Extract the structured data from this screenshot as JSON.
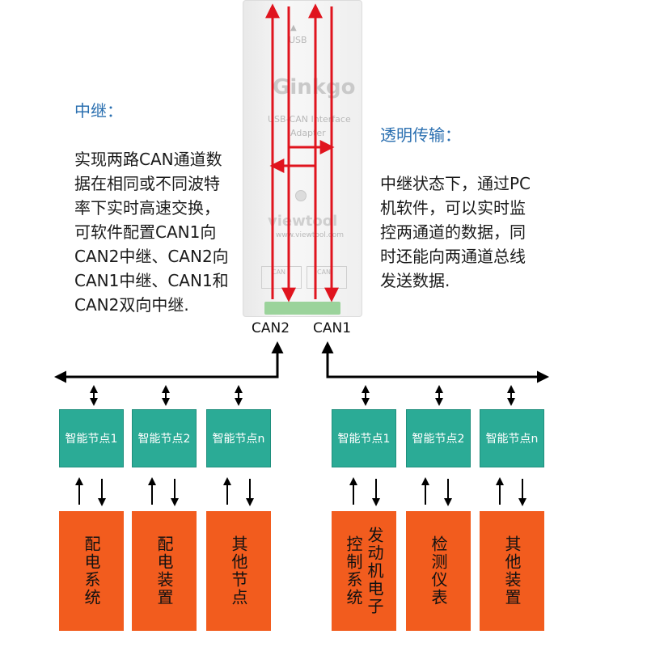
{
  "notes": {
    "relay": {
      "title": "中继：",
      "body": "实现两路CAN通道数\n据在相同或不同波特\n率下实时高速交换，\n可软件配置CAN1向\nCAN2中继、CAN2向\nCAN1中继、CAN1和\nCAN2双向中继."
    },
    "transparent": {
      "title": "透明传输：",
      "body": "中继状态下，通过PC\n机软件，可以实时监\n控两通道的数据，同\n时还能向两通道总线\n发送数据."
    }
  },
  "device": {
    "usb_label": "USB",
    "brand": "Ginkgo",
    "model_line1": "USB-CAN Interface",
    "model_line2": "Adapter",
    "vendor": "viewtool",
    "url": "www.viewtool.com",
    "port_left": "CAN",
    "port_right": "CAN"
  },
  "ports": {
    "can2": "CAN2",
    "can1": "CAN1"
  },
  "left_group": {
    "nodes": [
      "智能节点1",
      "智能节点2",
      "智能节点n"
    ],
    "devices": [
      "配电系统",
      "配电装置",
      "其他节点"
    ]
  },
  "right_group": {
    "nodes": [
      "智能节点1",
      "智能节点2",
      "智能节点n"
    ],
    "devices": [
      [
        "控制系统",
        "发动机电子"
      ],
      [
        "检测仪表"
      ],
      [
        "其他装置"
      ]
    ]
  },
  "colors": {
    "node_fill": "#2bab96",
    "device_fill": "#f25c1e",
    "arrow_red": "#e0141e",
    "title_blue": "#2a6fb0"
  }
}
